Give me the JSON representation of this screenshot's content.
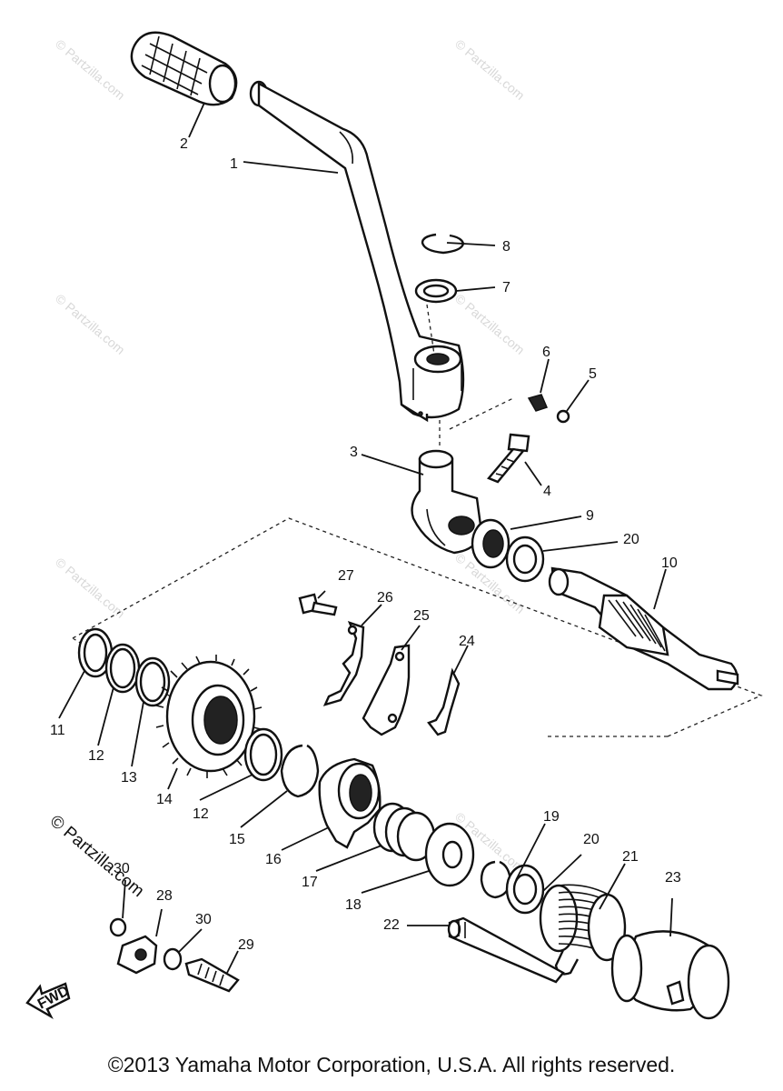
{
  "watermark": {
    "text": "© Partzilla.com",
    "featured_text": "© Partzilla.com"
  },
  "fwd_label": "FWD",
  "copyright": "©2013 Yamaha Motor Corporation, U.S.A. All rights reserved.",
  "callouts": {
    "c1": "1",
    "c2": "2",
    "c3": "3",
    "c4": "4",
    "c5": "5",
    "c6": "6",
    "c7": "7",
    "c8": "8",
    "c9": "9",
    "c10": "10",
    "c11": "11",
    "c12a": "12",
    "c12b": "12",
    "c13": "13",
    "c14": "14",
    "c15": "15",
    "c16": "16",
    "c17": "17",
    "c18": "18",
    "c19": "19",
    "c20a": "20",
    "c20b": "20",
    "c21": "21",
    "c22": "22",
    "c23": "23",
    "c24": "24",
    "c25": "25",
    "c26": "26",
    "c27": "27",
    "c28": "28",
    "c29": "29",
    "c30a": "30",
    "c30b": "30"
  }
}
